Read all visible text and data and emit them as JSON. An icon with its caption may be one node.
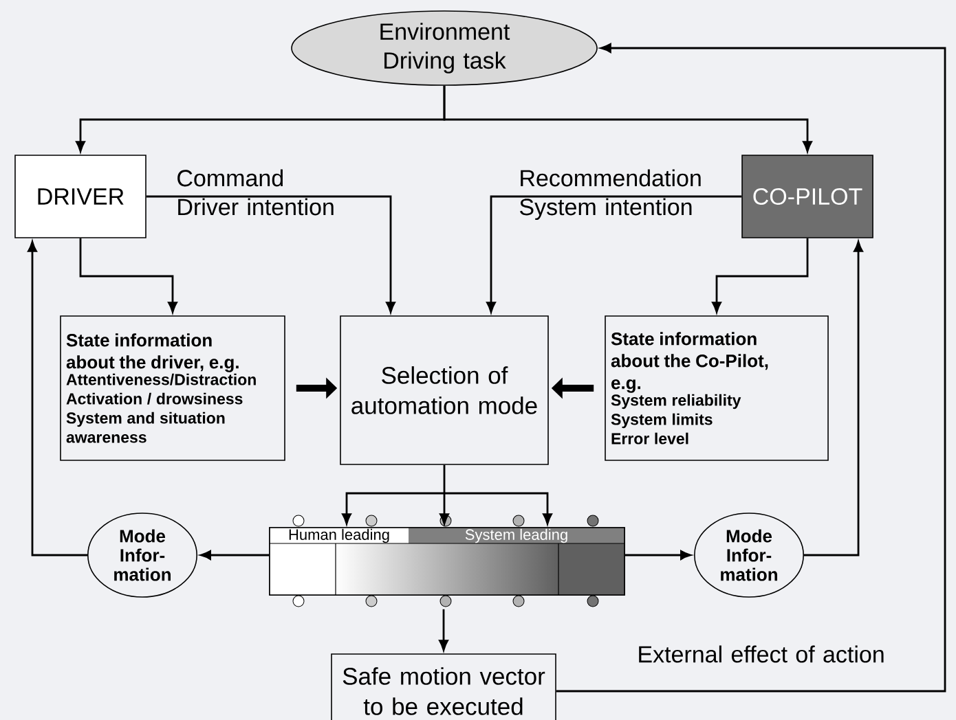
{
  "diagram": {
    "nodes": [
      {
        "text": [
          "Environment Driving task"
        ]
      },
      {
        "text": [
          "DRIVER"
        ]
      },
      {
        "text": [
          "CO-PILOT"
        ]
      },
      {
        "text": [
          "State information about the driver, e.g.",
          "Attentiveness/Distraction",
          "Activation / drowsiness",
          "System and situation awareness"
        ]
      },
      {
        "text": [
          "Selection of automation mode"
        ]
      },
      {
        "text": [
          "State information about the Co-Pilot, e.g.",
          "System reliability",
          "System limits",
          "Error level"
        ]
      },
      {
        "text": [
          "Mode Infor- mation"
        ]
      },
      {
        "text": [
          "Human leading",
          "System leading"
        ]
      },
      {
        "text": [
          "Mode Infor- mation"
        ]
      },
      {
        "text": [
          "Safe motion vector to be executed"
        ]
      }
    ],
    "edges": [
      {
        "from": 0,
        "to": 1,
        "arrow": "to"
      },
      {
        "from": 0,
        "to": 2,
        "arrow": "to"
      },
      {
        "from": 1,
        "to": 4,
        "arrow": "to",
        "label": "Command Driver intention"
      },
      {
        "from": 2,
        "to": 4,
        "arrow": "to",
        "label": "Recommendation System intention"
      },
      {
        "from": 1,
        "to": 3,
        "arrow": "to"
      },
      {
        "from": 2,
        "to": 5,
        "arrow": "to"
      },
      {
        "from": 3,
        "to": 4,
        "arrow": "to",
        "style": "thick"
      },
      {
        "from": 5,
        "to": 4,
        "arrow": "to",
        "style": "thick"
      },
      {
        "from": 4,
        "to": 7,
        "arrow": "to"
      },
      {
        "from": 7,
        "to": 6,
        "arrow": "to"
      },
      {
        "from": 6,
        "to": 1,
        "arrow": "to"
      },
      {
        "from": 7,
        "to": 8,
        "arrow": "to"
      },
      {
        "from": 8,
        "to": 2,
        "arrow": "to"
      },
      {
        "from": 7,
        "to": 9,
        "arrow": "to"
      },
      {
        "from": 9,
        "to": 0,
        "arrow": "to",
        "label": "External effect of action"
      }
    ]
  }
}
